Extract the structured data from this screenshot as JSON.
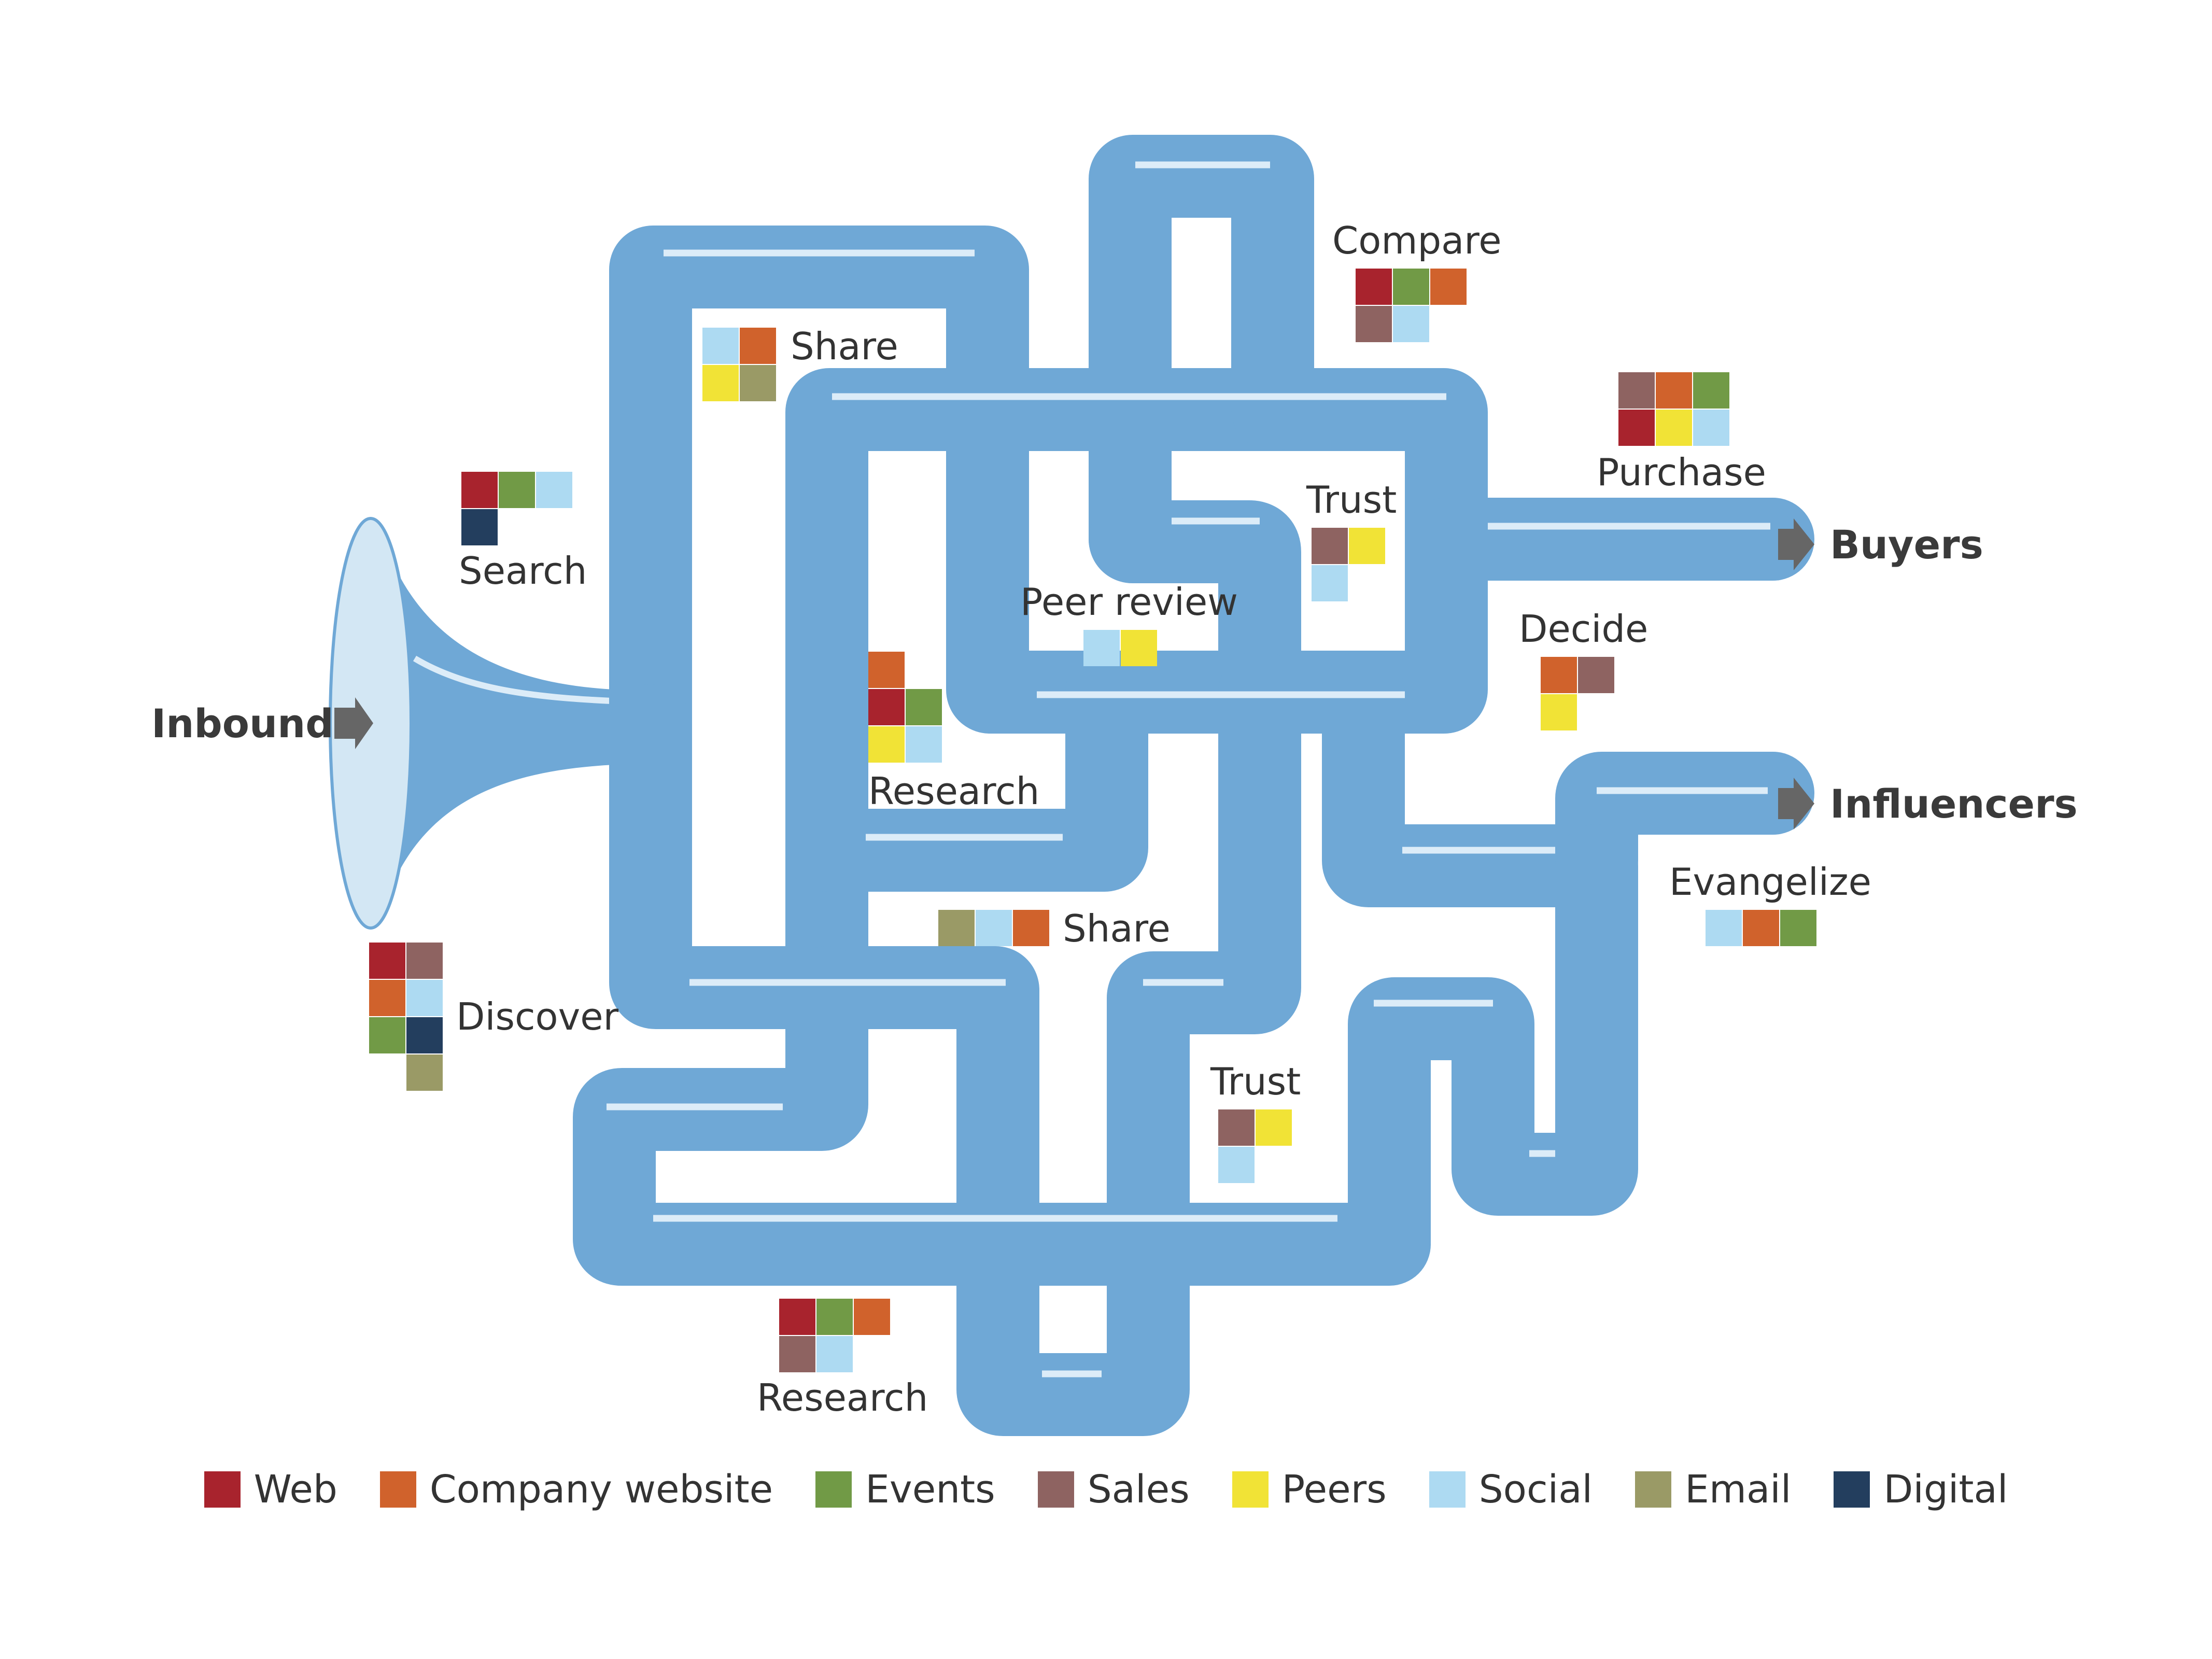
{
  "colors": {
    "pipe": "#6fa8d6",
    "pipe_highlight": "#dcecf8",
    "horn_fill": "#d3e7f4",
    "arrow": "#666666"
  },
  "endpoints": {
    "inbound": "Inbound",
    "buyers": "Buyers",
    "influencers": "Influencers"
  },
  "channels": [
    {
      "key": "web",
      "label": "Web",
      "color": "#a8232d"
    },
    {
      "key": "company_website",
      "label": "Company website",
      "color": "#d0622c"
    },
    {
      "key": "events",
      "label": "Events",
      "color": "#719a46"
    },
    {
      "key": "sales",
      "label": "Sales",
      "color": "#8e6361"
    },
    {
      "key": "peers",
      "label": "Peers",
      "color": "#f1e336"
    },
    {
      "key": "social",
      "label": "Social",
      "color": "#addaf2"
    },
    {
      "key": "email",
      "label": "Email",
      "color": "#9a9a66"
    },
    {
      "key": "digital",
      "label": "Digital",
      "color": "#233e5e"
    }
  ],
  "stages": {
    "search": {
      "label": "Search",
      "channels": [
        "web",
        "events",
        "social",
        "digital"
      ]
    },
    "discover": {
      "label": "Discover",
      "channels": [
        "web",
        "sales",
        "company_website",
        "social",
        "events",
        "digital",
        "email"
      ]
    },
    "share_top": {
      "label": "Share",
      "channels": [
        "social",
        "company_website",
        "peers",
        "email"
      ]
    },
    "research_mid": {
      "label": "Research",
      "channels": [
        "company_website",
        "web",
        "events",
        "peers",
        "social"
      ]
    },
    "peer_review": {
      "label": "Peer review",
      "channels": [
        "social",
        "peers"
      ]
    },
    "trust_top": {
      "label": "Trust",
      "channels": [
        "sales",
        "peers",
        "social"
      ]
    },
    "compare": {
      "label": "Compare",
      "channels": [
        "web",
        "events",
        "company_website",
        "sales",
        "social"
      ]
    },
    "purchase": {
      "label": "Purchase",
      "channels": [
        "sales",
        "company_website",
        "events",
        "web",
        "peers",
        "social"
      ]
    },
    "decide": {
      "label": "Decide",
      "channels": [
        "company_website",
        "sales",
        "peers"
      ]
    },
    "share_mid": {
      "label": "Share",
      "channels": [
        "email",
        "social",
        "company_website"
      ]
    },
    "trust_bottom": {
      "label": "Trust",
      "channels": [
        "sales",
        "peers",
        "social"
      ]
    },
    "research_bottom": {
      "label": "Research",
      "channels": [
        "web",
        "events",
        "company_website",
        "sales",
        "social"
      ]
    },
    "evangelize": {
      "label": "Evangelize",
      "channels": [
        "social",
        "company_website",
        "events"
      ]
    }
  }
}
